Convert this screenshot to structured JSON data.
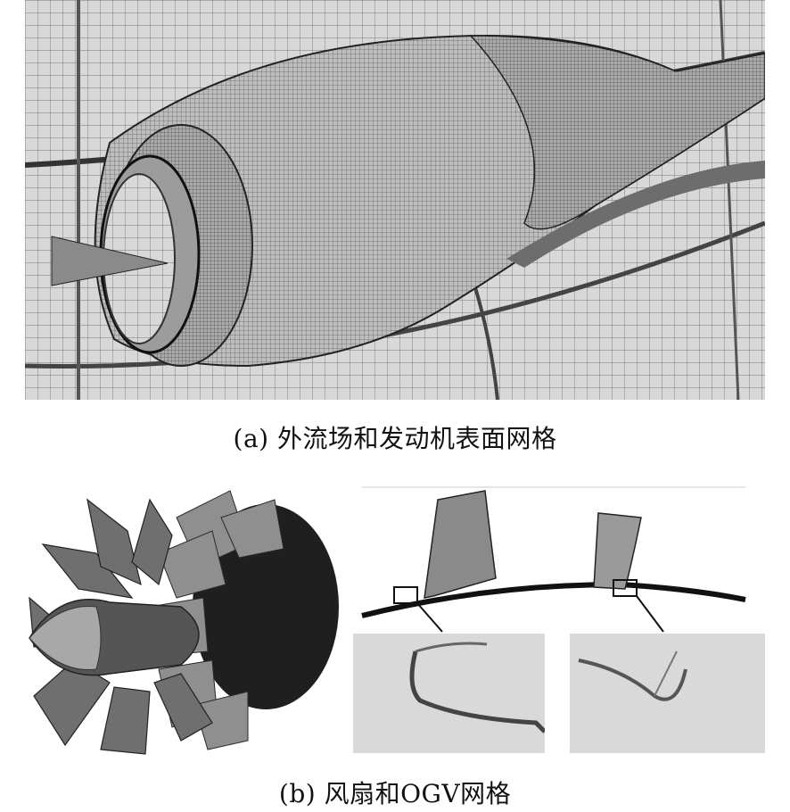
{
  "figure": {
    "caption_a": "(a) 外流场和发动机表面网格",
    "caption_b": "(b) 风扇和OGV网格"
  },
  "colors": {
    "mesh_dark": "#2a2a2a",
    "mesh_light": "#c8c8c8",
    "background": "#ffffff"
  },
  "icons": {
    "engine_mesh": "engine-nacelle-mesh-illustration",
    "fan_rotor": "fan-rotor-illustration",
    "blade_profile": "blade-profile-illustration",
    "blade_zoom": "blade-root-zoom-illustration"
  }
}
